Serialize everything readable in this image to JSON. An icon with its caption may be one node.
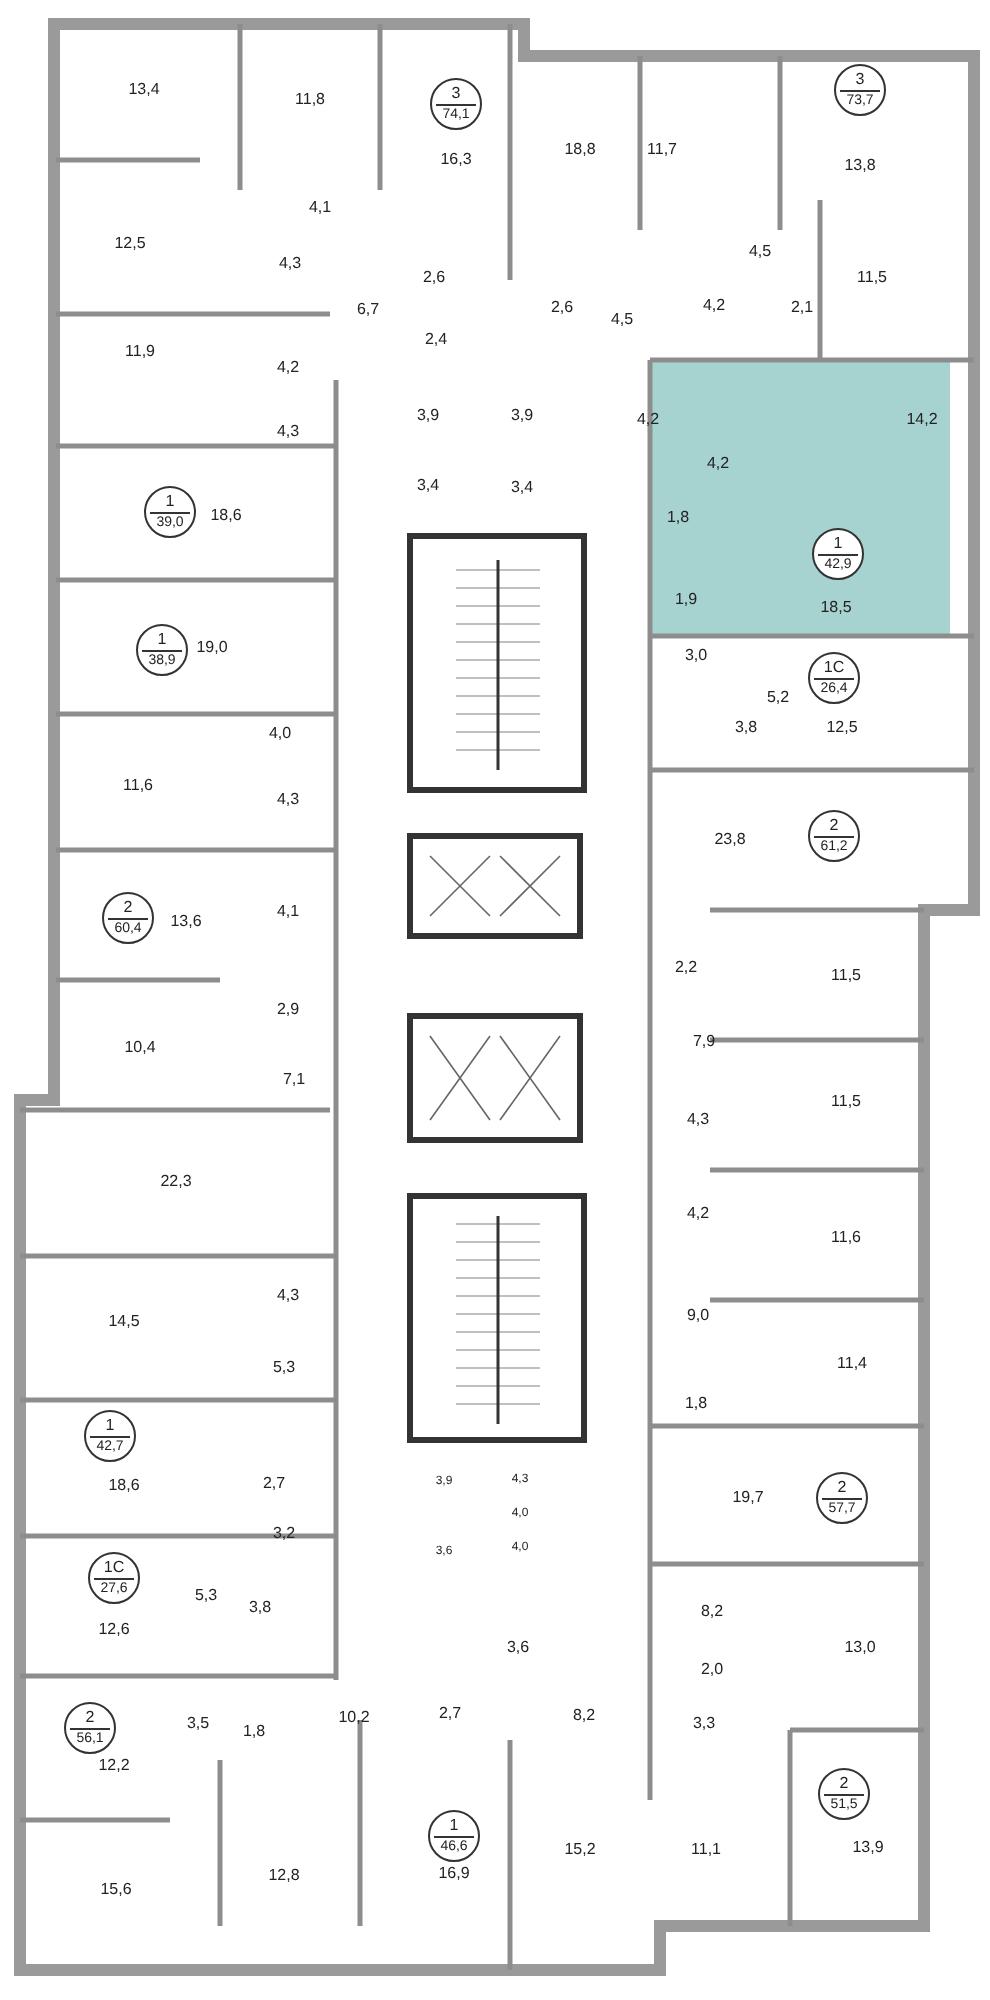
{
  "diagram": {
    "nodes": [
      {
        "text": [
          "3",
          "73,7"
        ]
      },
      {
        "text": [
          "3",
          "74,1"
        ]
      },
      {
        "text": [
          "1",
          "39,0"
        ]
      },
      {
        "text": [
          "1",
          "42,9"
        ]
      },
      {
        "text": [
          "1",
          "38,9"
        ]
      },
      {
        "text": [
          "1С",
          "26,4"
        ]
      },
      {
        "text": [
          "2",
          "61,2"
        ]
      },
      {
        "text": [
          "2",
          "60,4"
        ]
      },
      {
        "text": [
          "1",
          "42,7"
        ]
      },
      {
        "text": [
          "2",
          "57,7"
        ]
      },
      {
        "text": [
          "1С",
          "27,6"
        ]
      },
      {
        "text": [
          "2",
          "56,1"
        ]
      },
      {
        "text": [
          "2",
          "51,5"
        ]
      },
      {
        "text": [
          "1",
          "46,6"
        ]
      }
    ],
    "labels": [
      "13,4",
      "11,8",
      "18,8",
      "11,7",
      "16,3",
      "13,8",
      "4,1",
      "12,5",
      "4,5",
      "4,3",
      "11,5",
      "2,6",
      "2,6",
      "4,5",
      "4,2",
      "2,1",
      "6,7",
      "2,4",
      "11,9",
      "4,2",
      "3,9",
      "3,9",
      "4,2",
      "14,2",
      "4,3",
      "3,4",
      "3,4",
      "4,2",
      "18,6",
      "1,8",
      "1,9",
      "18,5",
      "19,0",
      "3,0",
      "5,2",
      "12,5",
      "3,8",
      "4,0",
      "11,6",
      "4,3",
      "23,8",
      "4,1",
      "13,6",
      "2,2",
      "11,5",
      "2,9",
      "10,4",
      "7,9",
      "7,1",
      "11,5",
      "4,3",
      "22,3",
      "4,2",
      "11,6",
      "4,3",
      "14,5",
      "9,0",
      "11,4",
      "5,3",
      "1,8",
      "2,7",
      "3,9",
      "4,3",
      "18,6",
      "19,7",
      "4,0",
      "3,2",
      "4,0",
      "3,6",
      "5,3",
      "3,8",
      "8,2",
      "12,6",
      "3,6",
      "13,0",
      "2,0",
      "2,7",
      "8,2",
      "10,2",
      "3,3",
      "3,5",
      "1,8",
      "12,2",
      "11,1",
      "13,9",
      "15,2",
      "16,9",
      "12,8",
      "15,6"
    ]
  }
}
